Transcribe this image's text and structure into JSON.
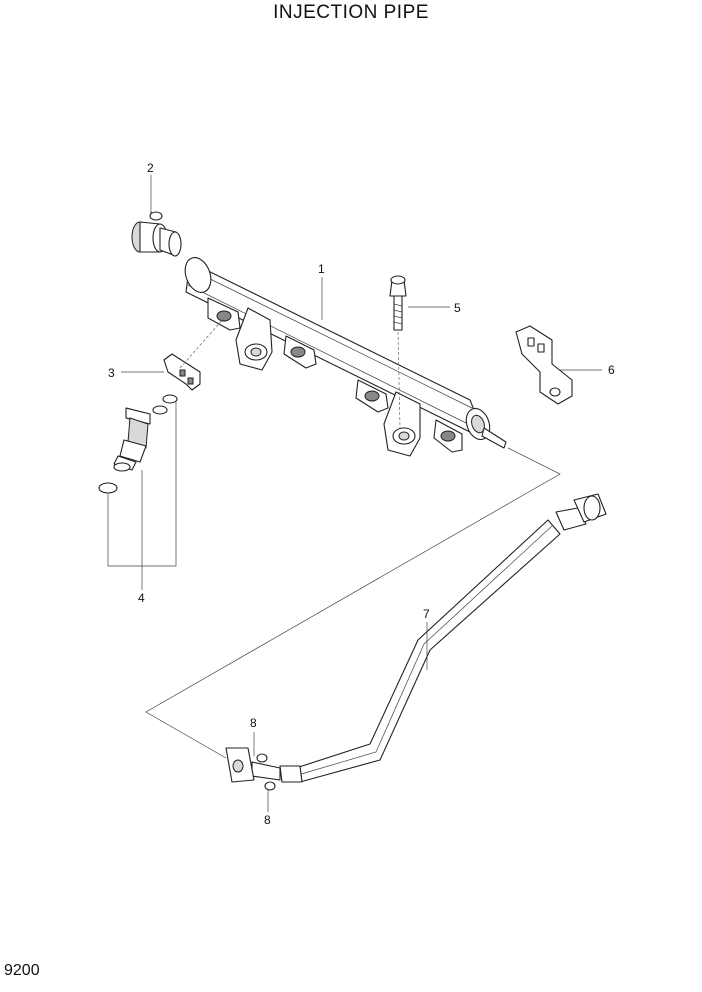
{
  "title": "INJECTION PIPE",
  "page_number": "9200",
  "callouts": [
    {
      "id": "c1",
      "label": "1"
    },
    {
      "id": "c2",
      "label": "2"
    },
    {
      "id": "c3",
      "label": "3"
    },
    {
      "id": "c4",
      "label": "4"
    },
    {
      "id": "c5",
      "label": "5"
    },
    {
      "id": "c6",
      "label": "6"
    },
    {
      "id": "c7",
      "label": "7"
    },
    {
      "id": "c8a",
      "label": "8"
    },
    {
      "id": "c8b",
      "label": "8"
    }
  ]
}
